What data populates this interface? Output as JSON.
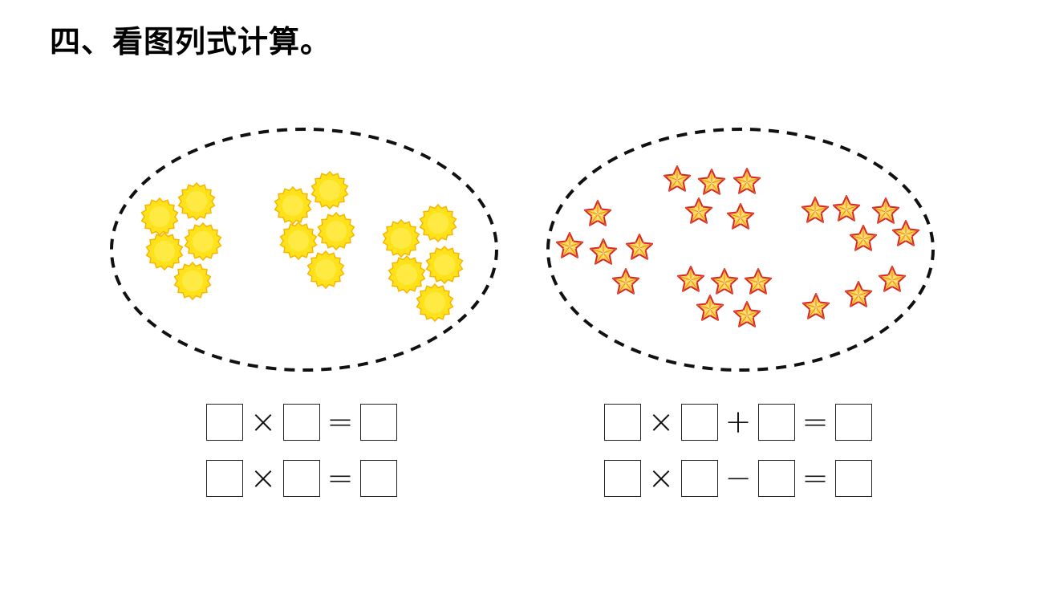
{
  "title": "四、看图列式计算。",
  "colors": {
    "sun_fill": "#FFE21A",
    "sun_edge": "#F7B500",
    "star_fill": "#FFD34D",
    "star_edge": "#D6262B",
    "dash": "#111111"
  },
  "groups": [
    {
      "name": "suns",
      "icon": "sun-icon",
      "clusters": [
        5,
        5,
        5
      ]
    },
    {
      "name": "stars",
      "icon": "star-icon",
      "clusters": [
        5,
        5,
        5,
        5,
        3
      ]
    }
  ],
  "equations": {
    "left": [
      {
        "ops": [
          "×",
          "="
        ]
      },
      {
        "ops": [
          "×",
          "="
        ]
      }
    ],
    "right": [
      {
        "ops": [
          "×",
          "+",
          "="
        ]
      },
      {
        "ops": [
          "×",
          "−",
          "="
        ]
      }
    ]
  }
}
